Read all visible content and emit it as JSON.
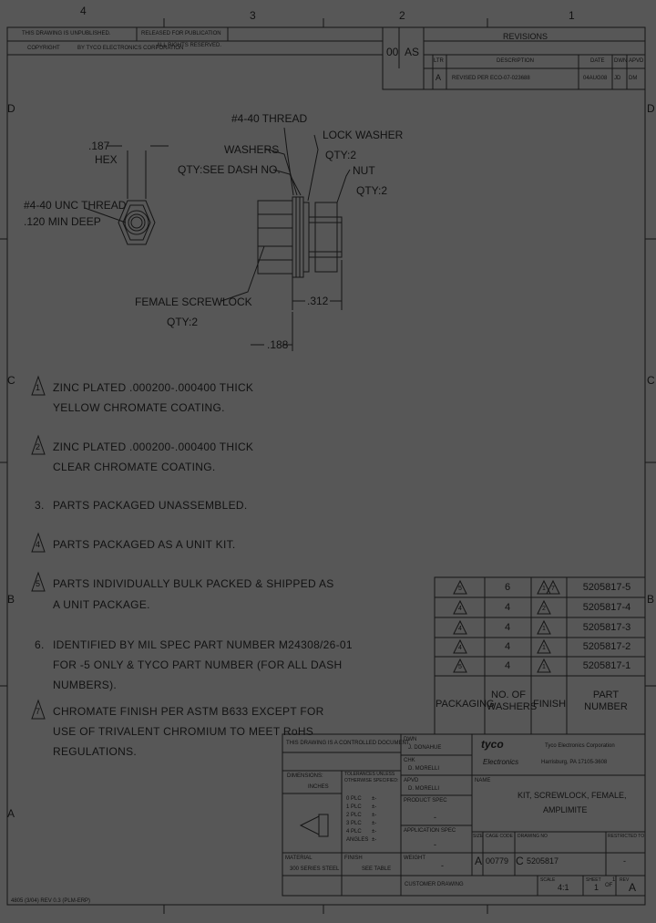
{
  "zone_letters": {
    "top_a": "4",
    "top_3": "3",
    "top_2": "2",
    "top_1": "1",
    "left_d": "D",
    "left_c": "C",
    "left_b": "B",
    "left_a": "A",
    "right_d": "D",
    "right_c": "C",
    "right_b": "B"
  },
  "header": {
    "line1_left": "THIS DRAWING IS UNPUBLISHED.",
    "line1_right": "RELEASED FOR PUBLICATION",
    "line2_left": "COPYRIGHT",
    "line2_mid": "BY TYCO ELECTRONICS CORPORATION",
    "line2_right": "ALL RIGHTS RESERVED.",
    "dist_code": "00",
    "dist_code2": "AS"
  },
  "revisions": {
    "title": "REVISIONS",
    "col_ltr": "LTR",
    "col_desc": "DESCRIPTION",
    "col_date": "DATE",
    "col_dwn": "DWN",
    "col_apvd": "APVD",
    "row": {
      "ltr": "A",
      "desc": "REVISED PER ECO-07-023688",
      "date": "04AUG08",
      "dwn": "JD",
      "apvd": "DM"
    }
  },
  "callouts": {
    "hex_dim": ".187",
    "hex_label": "HEX",
    "thread": "#4-40 THREAD",
    "lock_washer": "LOCK WASHER",
    "lock_washer_qty": "QTY:2",
    "washers": "WASHERS",
    "washers_qty": "QTY:SEE DASH NO.",
    "nut": "NUT",
    "nut_qty": "QTY:2",
    "tapped": "#4-40 UNC THREAD",
    "tapped2": ".120 MIN DEEP",
    "screwlock": "FEMALE SCREWLOCK",
    "screwlock_qty": "QTY:2",
    "dim_312": ".312",
    "dim_188": ".188"
  },
  "notes": [
    {
      "marker": "1",
      "line1": "ZINC PLATED .000200-.000400 THICK",
      "line2": "YELLOW CHROMATE COATING."
    },
    {
      "marker": "2",
      "line1": "ZINC PLATED .000200-.000400 THICK",
      "line2": "CLEAR CHROMATE COATING."
    },
    {
      "marker": "3.",
      "line1": "PARTS PACKAGED UNASSEMBLED."
    },
    {
      "marker": "4",
      "line1": "PARTS PACKAGED AS A UNIT KIT."
    },
    {
      "marker": "5",
      "line1": "PARTS INDIVIDUALLY BULK PACKED & SHIPPED AS",
      "line2": "A UNIT PACKAGE."
    },
    {
      "marker": "6.",
      "line1": "IDENTIFIED BY MIL SPEC PART NUMBER M24308/26-01",
      "line2": "FOR -5 ONLY & TYCO PART NUMBER (FOR ALL DASH",
      "line3": "NUMBERS)."
    },
    {
      "marker": "7",
      "line1": "CHROMATE FINISH PER ASTM B633 EXCEPT FOR",
      "line2": "USE OF TRIVALENT CHROMIUM TO MEET RoHS",
      "line3": "REGULATIONS."
    }
  ],
  "parts_table": {
    "headers": {
      "packaging": "PACKAGING",
      "washers": "NO. OF WASHERS",
      "finish": "FINISH",
      "part": "PART NUMBER"
    },
    "rows": [
      {
        "pkg": "5",
        "washers": "6",
        "finish": "1",
        "finish2": "7",
        "part": "5205817-5"
      },
      {
        "pkg": "4",
        "washers": "4",
        "finish": "2",
        "finish2": "",
        "part": "5205817-4"
      },
      {
        "pkg": "4",
        "washers": "4",
        "finish": "1",
        "finish2": "",
        "part": "5205817-3"
      },
      {
        "pkg": "4",
        "washers": "4",
        "finish": "1",
        "finish2": "",
        "part": "5205817-2"
      },
      {
        "pkg": "5",
        "washers": "4",
        "finish": "1",
        "finish2": "",
        "part": "5205817-1"
      }
    ]
  },
  "title_block": {
    "controlled": "THIS DRAWING IS A CONTROLLED DOCUMENT.",
    "dwn": "DWN",
    "dwn_name": "J. DONAHUE",
    "chk": "CHK",
    "chk_name": "D. MORELLI",
    "appr": "APVD",
    "appr_name": "D. MORELLI",
    "prod_spec": "PRODUCT SPEC",
    "app_spec": "APPLICATION SPEC",
    "weight": "WEIGHT",
    "dimensions": "DIMENSIONS:",
    "dim_units": "INCHES",
    "tolerances": "TOLERANCES UNLESS OTHERWISE SPECIFIED:",
    "tol_lines": [
      "0 PLC",
      "1 PLC",
      "2 PLC",
      "3 PLC",
      "4 PLC",
      "ANGLES"
    ],
    "tol_vals": [
      "±-",
      "±-",
      "±-",
      "±-",
      "±-",
      "±-"
    ],
    "material": "MATERIAL",
    "material_val": "300 SERIES STEEL",
    "finish": "FINISH",
    "finish_val": "SEE TABLE",
    "logo_top": "tyco",
    "logo_bot": "Electronics",
    "company": "Tyco Electronics Corporation",
    "city": "Harrisburg, PA 17105-3608",
    "name_label": "NAME",
    "title_line1": "KIT, SCREWLOCK, FEMALE,",
    "title_line2": "AMPLIMITE",
    "size_label": "SIZE",
    "size": "A",
    "cage_label": "CAGE CODE",
    "cage": "00779",
    "dwg_label": "DRAWING NO",
    "dwg_prefix": "C",
    "dwg_no": "5205817",
    "restricted_label": "RESTRICTED TO",
    "restricted_val": "-",
    "customer": "CUSTOMER DRAWING",
    "scale_label": "SCALE",
    "scale": "4:1",
    "sheet_label": "SHEET",
    "sheet": "1",
    "of": "OF",
    "sheet_total": "1",
    "rev_label": "REV",
    "rev": "A",
    "dash": "-"
  },
  "footer": {
    "form": "4805 (3/04) REV 0.3 (PLM-ERP)"
  }
}
